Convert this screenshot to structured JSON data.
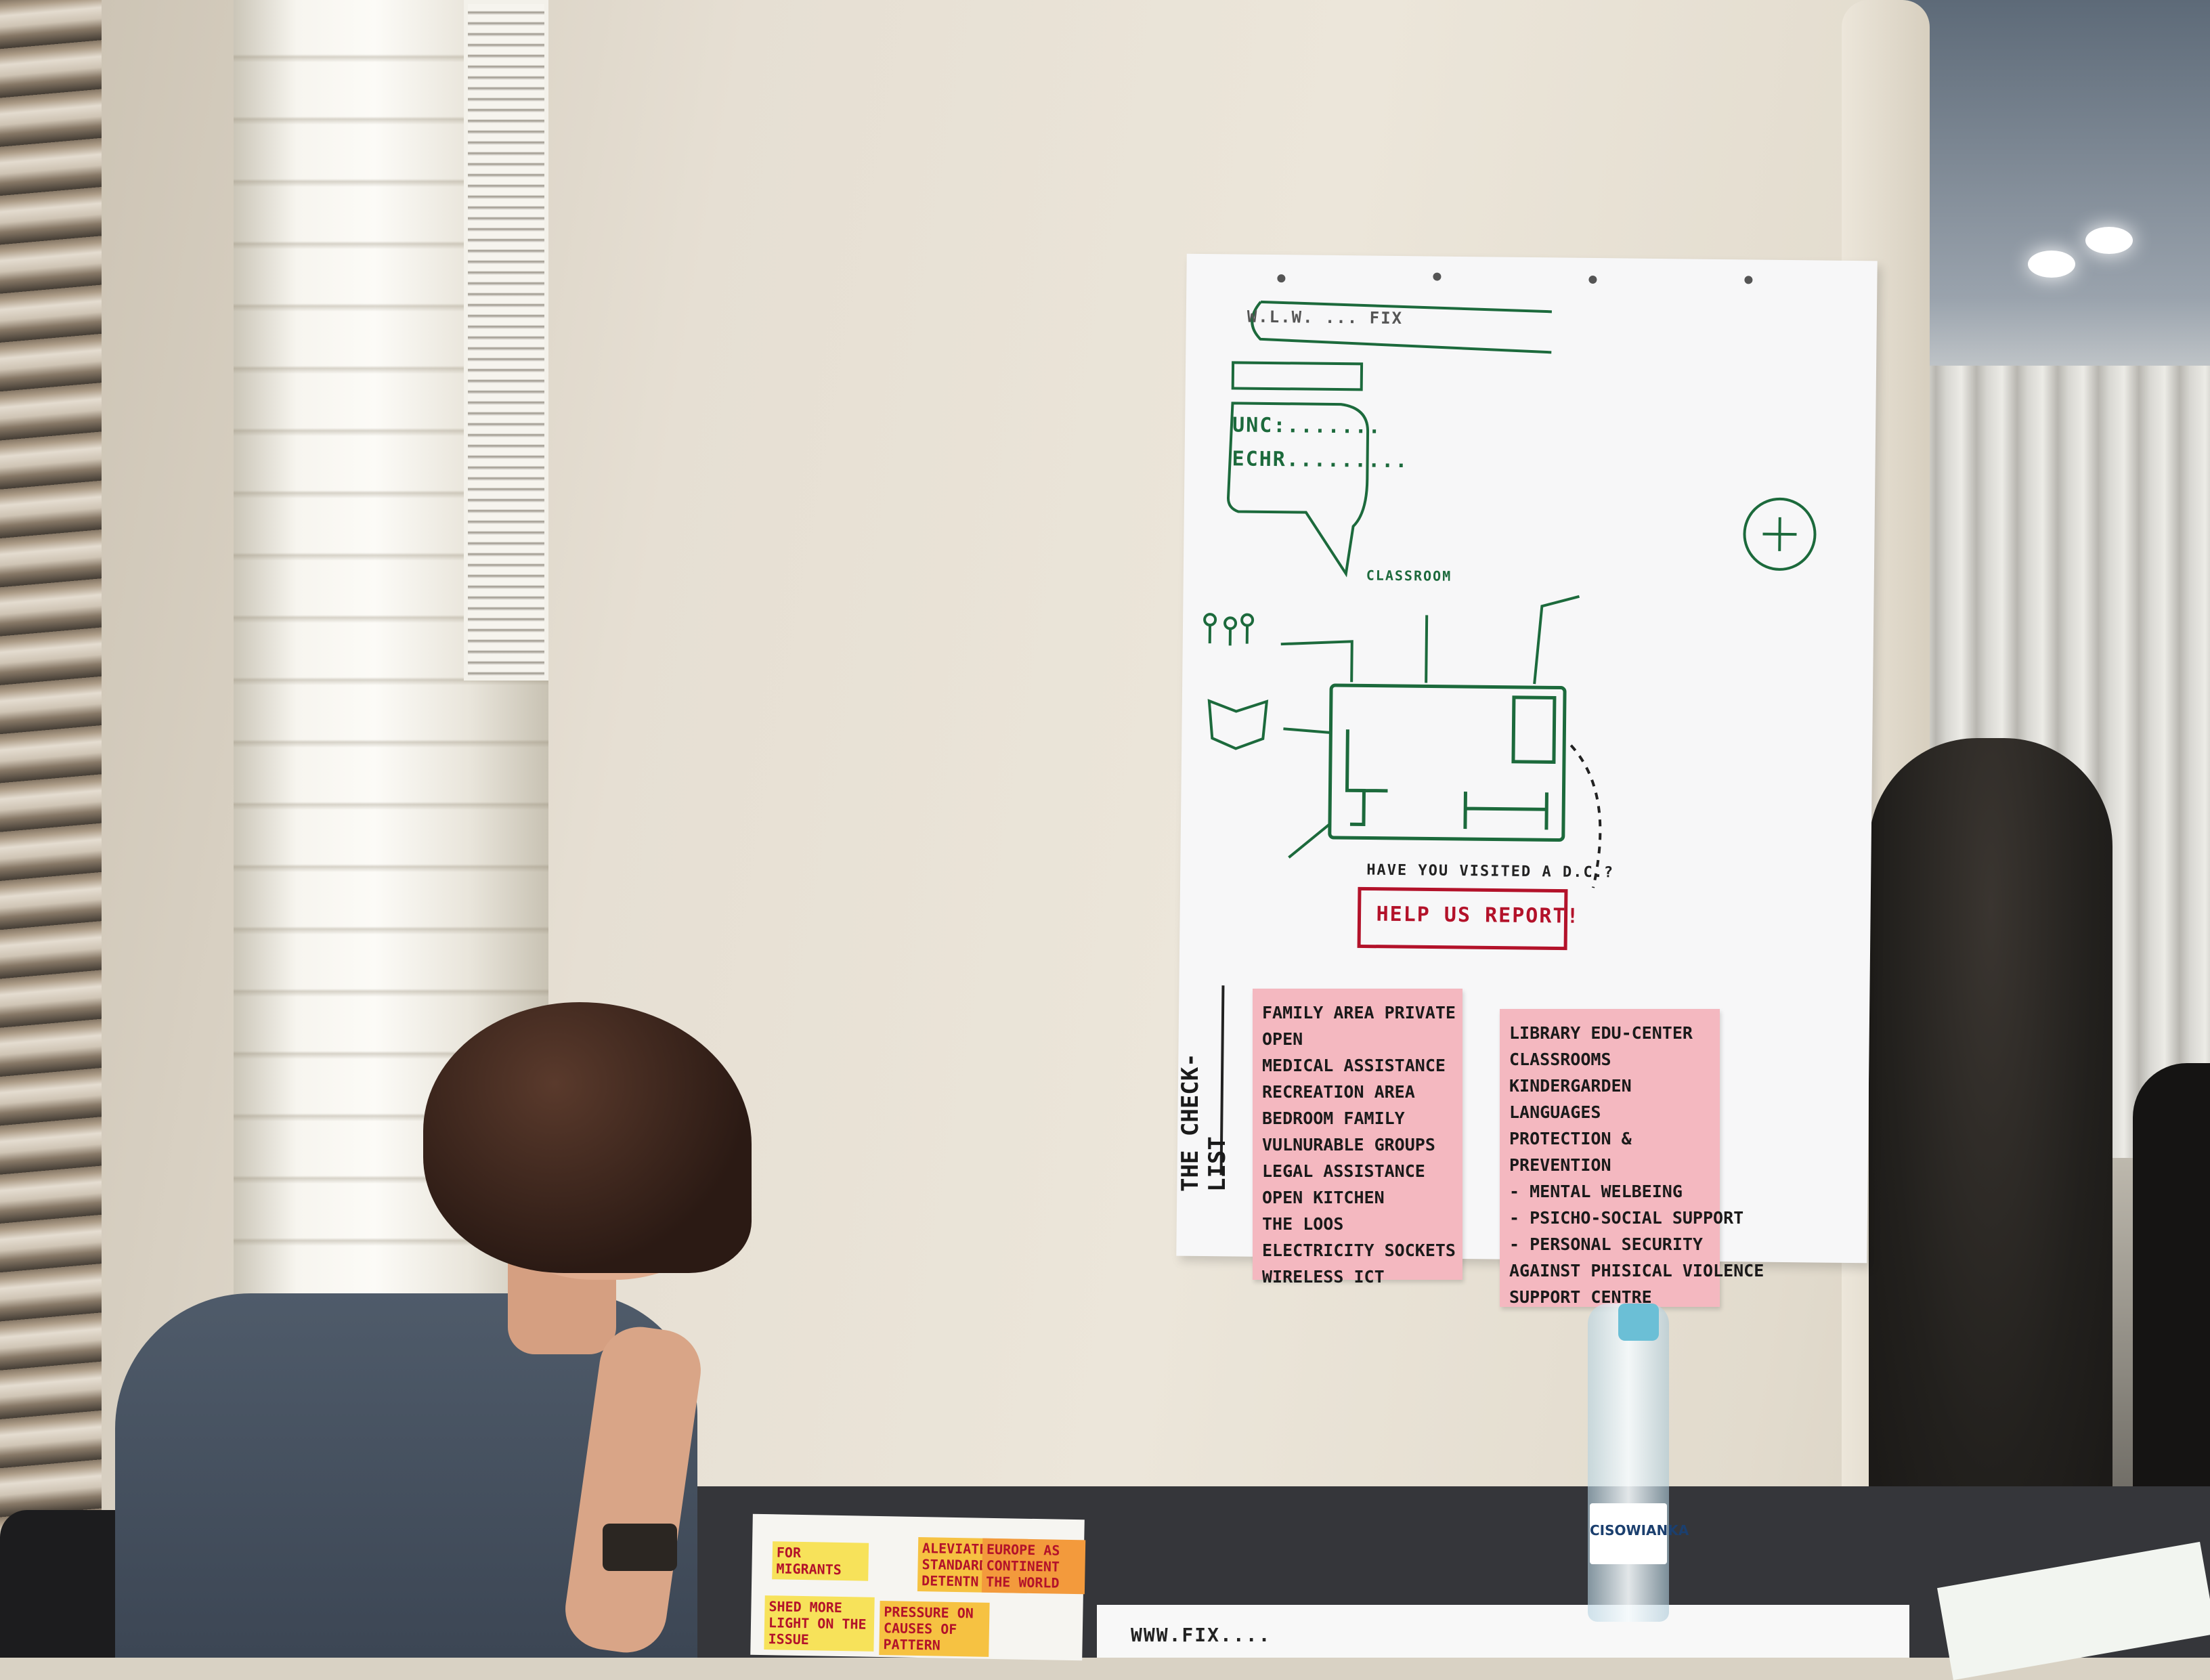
{
  "scene": {
    "description_kind": "photo of workshop flip chart",
    "wall_color": "#e6dfd3",
    "accent_green": "#1c6a3c",
    "accent_red": "#b3122a",
    "sticky_pink": "#f4b8c0",
    "sticky_orange": "#f6c242"
  },
  "flipchart": {
    "url_bar": "W.L.W. ... FIX",
    "box_lines": [
      "UNC:.......",
      "ECHR........."
    ],
    "classroom_label": "CLASSROOM",
    "question": "HAVE YOU VISITED A D.C.?",
    "report_button": "HELP US REPORT!",
    "checklist_title": "THE CHECK-LIST"
  },
  "sticky_left": {
    "lines": [
      "FAMILY AREA  PRIVATE",
      "             OPEN",
      "MEDICAL ASSISTANCE",
      "RECREATION  AREA",
      "BEDROOM  FAMILY",
      "  VULNURABLE GROUPS",
      "LEGAL ASSISTANCE",
      "OPEN  KITCHEN",
      "THE  LOOS",
      "ELECTRICITY SOCKETS",
      "WIRELESS  ICT"
    ]
  },
  "sticky_right": {
    "lines": [
      "LIBRARY     EDU-CENTER",
      "CLASSROOMS",
      "KINDERGARDEN",
      "LANGUAGES",
      "PROTECTION &",
      "  PREVENTION",
      "  - MENTAL WELBEING",
      "  - PSICHO-SOCIAL SUPPORT",
      "  - PERSONAL SECURITY",
      "    AGAINST PHISICAL VIOLENCE",
      "SUPPORT CENTRE"
    ]
  },
  "table_notes": {
    "note1": "ALEVIATE STANDARD DETENTN",
    "note2": "EUROPE AS CONTINENT THE WORLD",
    "note3": "PRESSURE ON CAUSES OF PATTERN",
    "note4": "FOR MIGRANTS",
    "note5": "SHED MORE LIGHT ON THE ISSUE"
  },
  "bottom_chart_text": "WWW.FIX....",
  "bottle_label": "CISOWIANKA"
}
